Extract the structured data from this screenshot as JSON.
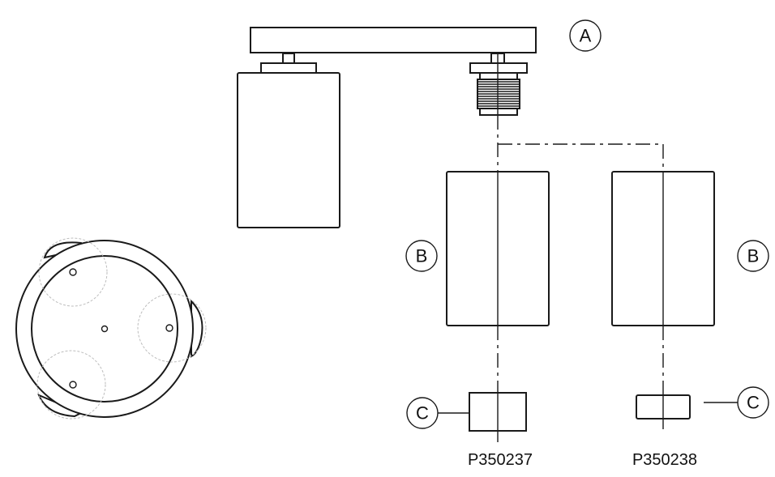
{
  "callouts": {
    "a": "A",
    "b_left": "B",
    "b_right": "B",
    "c_left": "C",
    "c_right": "C"
  },
  "part_numbers": {
    "left": "P350237",
    "right": "P350238"
  },
  "colors": {
    "line": "#1a1a1a",
    "ghost": "#bdbdbd",
    "background": "#ffffff"
  }
}
